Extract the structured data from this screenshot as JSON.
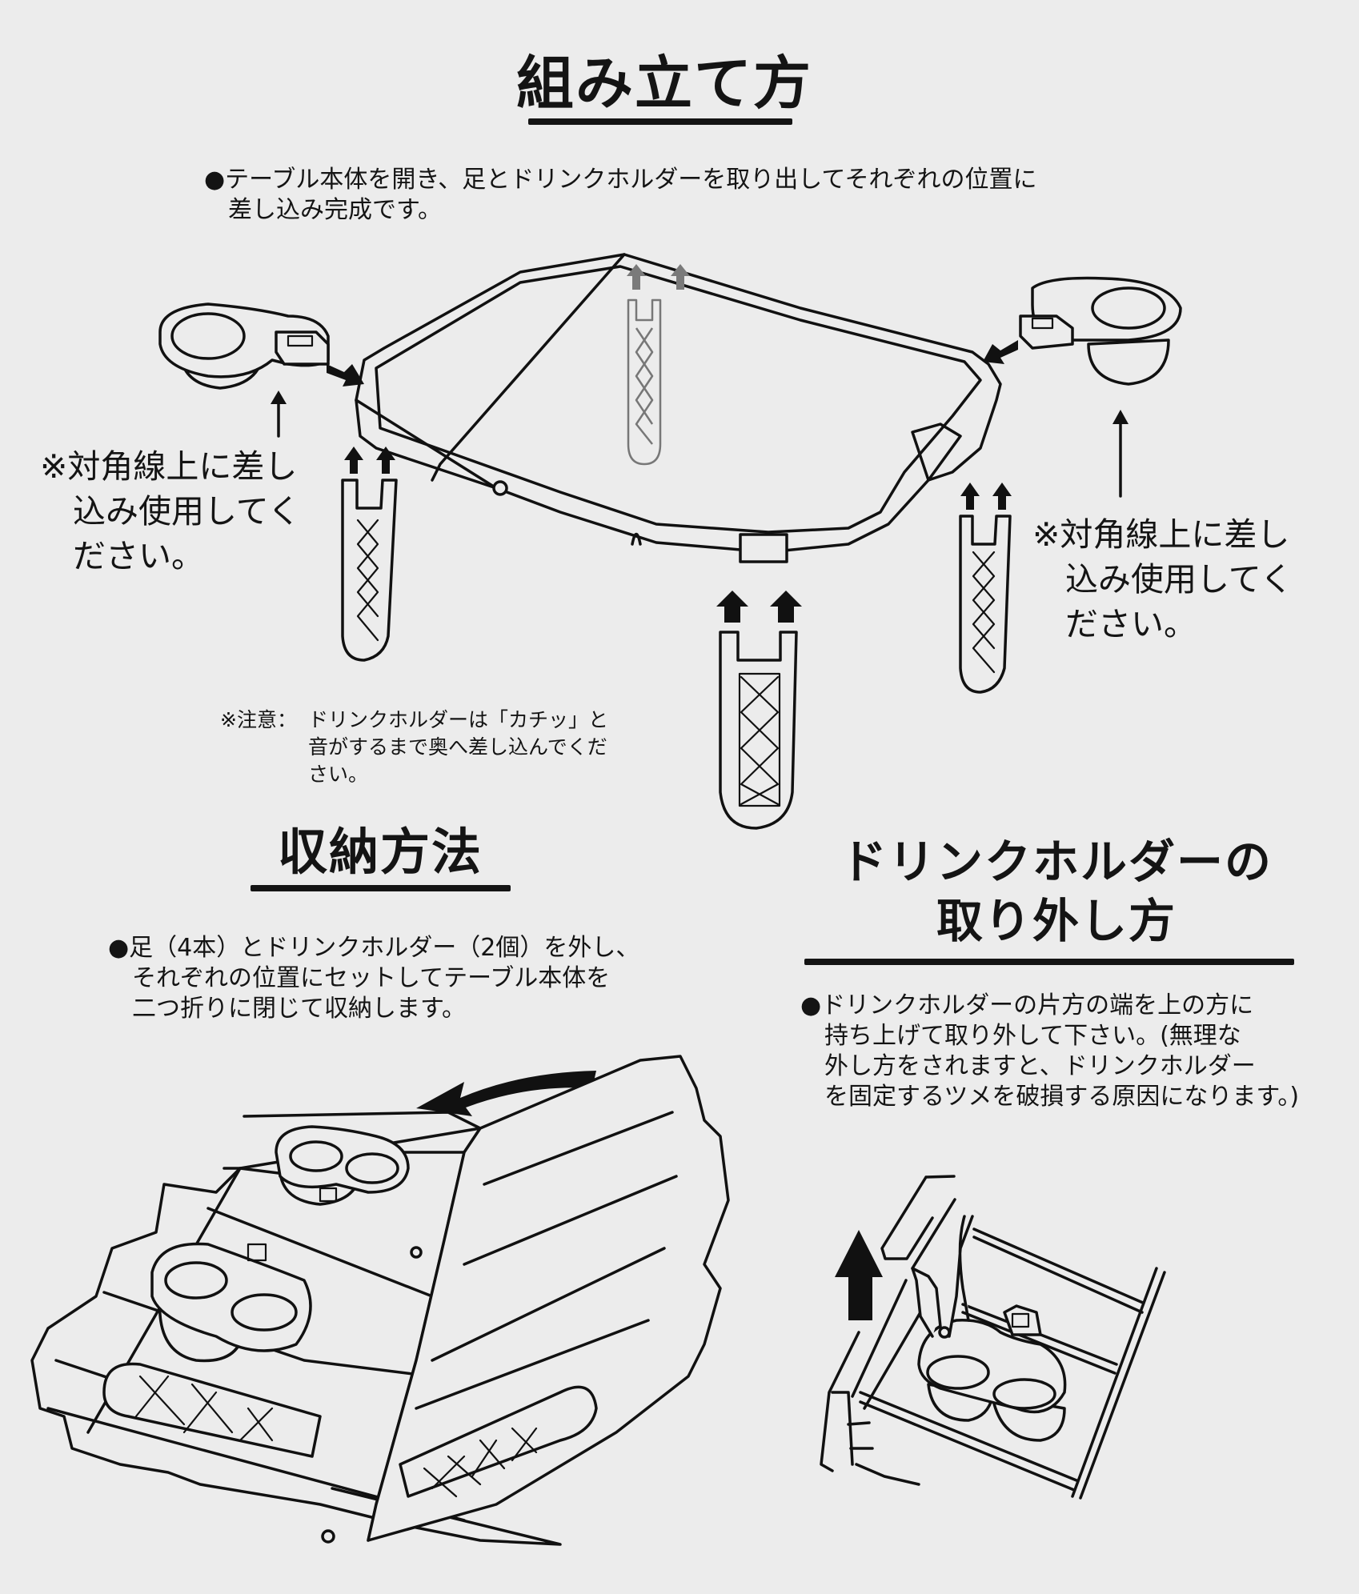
{
  "assembly": {
    "title": "組み立て方",
    "instruction_lines": [
      "●テーブル本体を開き、足とドリンクホルダーを取り出してそれぞれの位置に",
      "　差し込み完成です。"
    ],
    "diagonal_note_left": [
      "※対角線上に差し",
      "　込み使用してく",
      "　ださい。"
    ],
    "diagonal_note_right": [
      "※対角線上に差し",
      "　込み使用してく",
      "　ださい。"
    ],
    "caution_label": "※注意：",
    "caution_lines": [
      "ドリンクホルダーは「カチッ」と",
      "音がするまで奥へ差し込んでくだ",
      "さい。"
    ]
  },
  "storage": {
    "title": "収納方法",
    "instruction_lines": [
      "●足（4本）とドリンクホルダー（2個）を外し、",
      "　それぞれの位置にセットしてテーブル本体を",
      "　二つ折りに閉じて収納します。"
    ]
  },
  "removal": {
    "title_lines": [
      "ドリンクホルダーの",
      "取り外し方"
    ],
    "instruction_lines": [
      "●ドリンクホルダーの片方の端を上の方に",
      "　持ち上げて取り外して下さい。(無理な",
      "　外し方をされますと、ドリンクホルダー",
      "　を固定するツメを破損する原因になります。)"
    ]
  },
  "colors": {
    "background": "#ececec",
    "ink": "#141414",
    "ghost_leg": "#777777"
  },
  "icons": [
    "arrow-up-icon",
    "arrow-down-right-icon",
    "arrow-down-left-icon",
    "curved-fold-arrow-icon",
    "bullet-icon",
    "reference-mark-icon"
  ]
}
